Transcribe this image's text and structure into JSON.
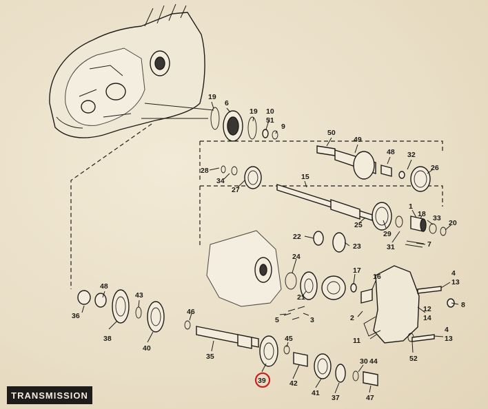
{
  "title": "TRANSMISSION",
  "highlight_color": "#c8201e",
  "highlighted_part": "39",
  "callouts": [
    "19",
    "6",
    "19",
    "10",
    "51",
    "9",
    "50",
    "49",
    "48",
    "32",
    "26",
    "28",
    "34",
    "27",
    "15",
    "25",
    "29",
    "1",
    "18",
    "33",
    "20",
    "22",
    "23",
    "31",
    "7",
    "24",
    "21",
    "17",
    "16",
    "4",
    "13",
    "8",
    "12",
    "14",
    "36",
    "48",
    "43",
    "2",
    "5",
    "3",
    "46",
    "38",
    "40",
    "35",
    "45",
    "11",
    "52",
    "4",
    "13",
    "30",
    "44",
    "39",
    "42",
    "41",
    "37",
    "47"
  ]
}
